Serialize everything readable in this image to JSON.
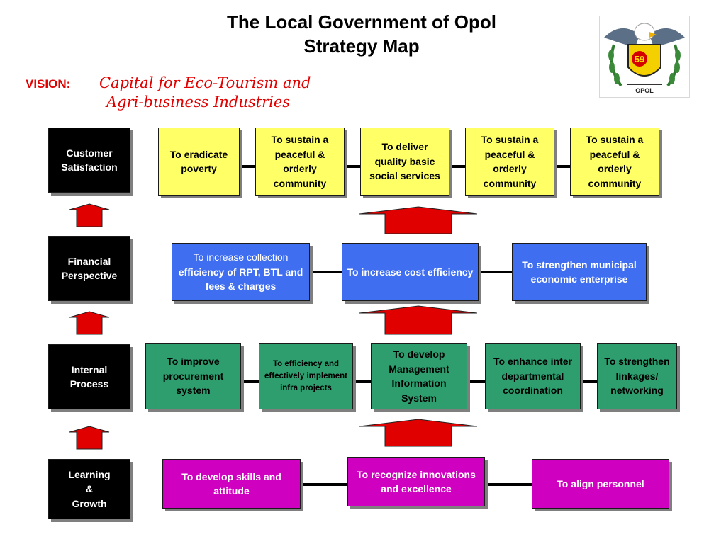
{
  "title": {
    "line1": "The Local Government of Opol",
    "line2": "Strategy Map"
  },
  "vision": {
    "label": "VISION:",
    "line1": "Capital for Eco-Tourism and",
    "line2": "Agri-business Industries"
  },
  "logo": {
    "badge_number": "59",
    "caption": "OPOL"
  },
  "colors": {
    "yellow": "#ffff66",
    "blue": "#3f6ef0",
    "green": "#2e9e6e",
    "magenta": "#d000c0",
    "arrow": "#e00000",
    "perspective": "#000000"
  },
  "perspectives": {
    "customer": {
      "line1": "Customer",
      "line2": "Satisfaction"
    },
    "financial": {
      "line1": "Financial",
      "line2": "Perspective"
    },
    "internal": {
      "line1": "Internal",
      "line2": "Process"
    },
    "learning": {
      "line1": "Learning",
      "line2": "&",
      "line3": "Growth"
    }
  },
  "customer_objectives": [
    "To eradicate poverty",
    "To sustain a peaceful & orderly community",
    "To deliver quality basic social services",
    "To sustain a peaceful & orderly community",
    "To sustain a peaceful & orderly community"
  ],
  "financial_objectives": {
    "collection": {
      "part1": "To increase collection",
      "part2": "efficiency of RPT, BTL and fees & charges"
    },
    "cost": "To increase cost efficiency",
    "enterprise": "To strengthen municipal economic enterprise"
  },
  "internal_objectives": [
    "To improve procurement system",
    "To efficiency and effectively implement infra projects",
    "To develop Management Information System",
    "To enhance inter departmental coordination",
    "To strengthen linkages/ networking"
  ],
  "learning_objectives": [
    "To develop skills and attitude",
    "To recognize innovations and excellence",
    "To align personnel"
  ]
}
